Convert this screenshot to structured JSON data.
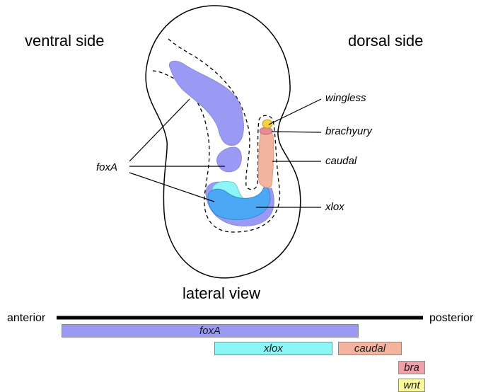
{
  "labels": {
    "ventral": "ventral side",
    "dorsal": "dorsal side",
    "lateral": "lateral view",
    "foxA": "foxA",
    "wingless": "wingless",
    "brachyury": "brachyury",
    "caudal": "caudal",
    "xlox": "xlox"
  },
  "axis": {
    "anterior": "anterior",
    "posterior": "posterior"
  },
  "bars": [
    {
      "label": "foxA",
      "color": "#9a9af5"
    },
    {
      "label": "xlox",
      "color": "#8cf5f5"
    },
    {
      "label": "caudal",
      "color": "#f5b4a0"
    },
    {
      "label": "bra",
      "color": "#f0a0a8"
    },
    {
      "label": "wnt",
      "color": "#fafa9a"
    }
  ],
  "colors": {
    "foxA": "#9a9af5",
    "xlox": "#4aa8f5",
    "xlox_light": "#8cf5f5",
    "caudal": "#f5b4a0",
    "brachyury": "#e88a96",
    "wingless": "#f5d040"
  }
}
